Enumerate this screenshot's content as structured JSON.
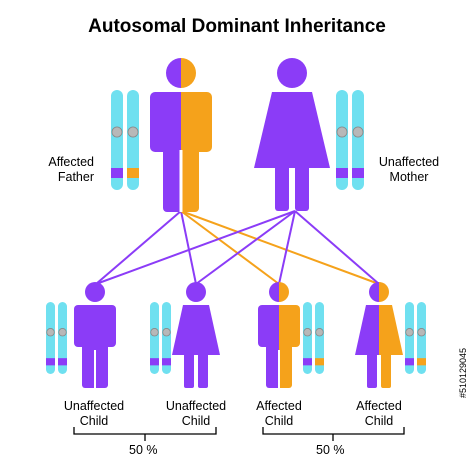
{
  "title": "Autosomal Dominant Inheritance",
  "parents": {
    "father_label": [
      "Affected",
      "Father"
    ],
    "mother_label": [
      "Unaffected",
      "Mother"
    ]
  },
  "children": [
    {
      "label": [
        "Unaffected",
        "Child"
      ]
    },
    {
      "label": [
        "Unaffected",
        "Child"
      ]
    },
    {
      "label": [
        "Affected",
        "Child"
      ]
    },
    {
      "label": [
        "Affected",
        "Child"
      ]
    }
  ],
  "groups": {
    "left_percent": "50 %",
    "right_percent": "50 %"
  },
  "stock_id": "#510129045",
  "colors": {
    "unaffected": "#8b3cf7",
    "affected": "#f5a21b",
    "chromosome": "#6fe0f0",
    "line_purple": "#8b3cf7",
    "line_orange": "#f5a21b"
  }
}
